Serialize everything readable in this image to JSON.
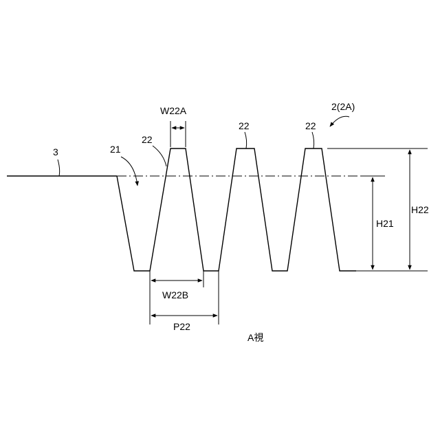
{
  "labels": {
    "ref_3": "3",
    "ref_21": "21",
    "ref_22_left": "22",
    "ref_22_mid": "22",
    "ref_22_right": "22",
    "ref_2_2A": "2(2A)",
    "w22a": "W22A",
    "w22b": "W22B",
    "p22": "P22",
    "h21": "H21",
    "h22": "H22",
    "view": "A視"
  }
}
